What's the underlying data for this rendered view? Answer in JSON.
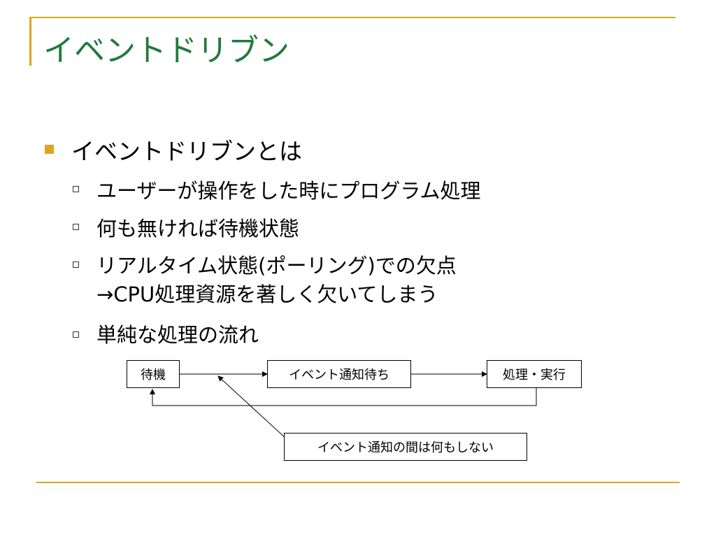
{
  "slide": {
    "title": "イベントドリブン"
  },
  "bullets": {
    "main": "イベントドリブンとは",
    "sub": [
      {
        "label": "ユーザーが操作をした時にプログラム処理"
      },
      {
        "label": "何も無ければ待機状態"
      },
      {
        "label": "リアルタイム状態(ポーリング)での欠点",
        "line2": "→CPU処理資源を著しく欠いてしまう"
      },
      {
        "label": "単純な処理の流れ"
      }
    ]
  },
  "diagram": {
    "nodes": {
      "wait": "待機",
      "notify_wait": "イベント通知待ち",
      "process": "処理・実行",
      "note": "イベント通知の間は何もしない"
    }
  },
  "colors": {
    "accent": "#DAA520",
    "title": "#1E7A3C"
  }
}
